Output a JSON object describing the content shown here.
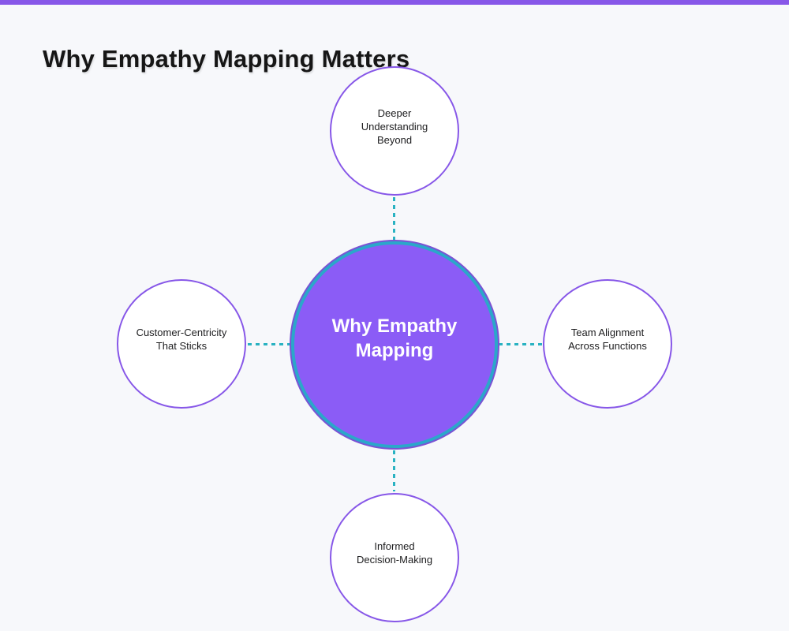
{
  "page": {
    "title": "Why Empathy Mapping Matters",
    "background_color": "#f7f8fb",
    "top_bar_color": "#8757e8"
  },
  "diagram": {
    "center": {
      "label": "Why Empathy\nMapping",
      "fill_color": "#8b5cf6",
      "ring_color": "#2ba7ca",
      "outline_color": "#7b52d4",
      "text_color": "#ffffff"
    },
    "nodes": [
      {
        "position": "top",
        "label": "Deeper\nUnderstanding\nBeyond"
      },
      {
        "position": "left",
        "label": "Customer-Centricity\nThat Sticks"
      },
      {
        "position": "right",
        "label": "Team Alignment\nAcross Functions"
      },
      {
        "position": "bottom",
        "label": "Informed\nDecision-Making"
      }
    ],
    "node_border_color": "#8757e8",
    "connector_color": "#29b2c2",
    "connector_style": "dashed"
  }
}
